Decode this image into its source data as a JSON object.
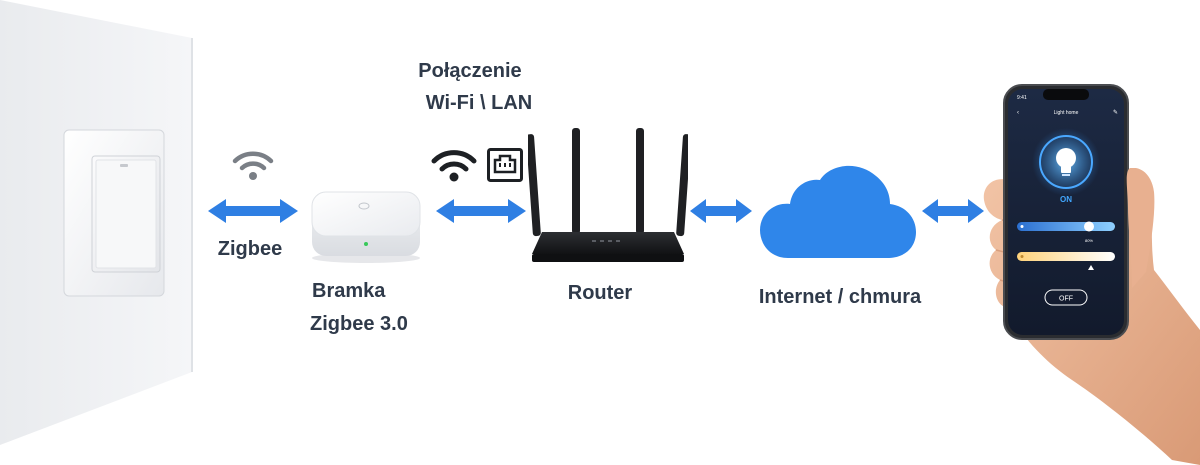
{
  "labels": {
    "zigbee": "Zigbee",
    "gateway_line1": "Bramka",
    "gateway_line2": "Zigbee 3.0",
    "connection_line1": "Połączenie",
    "connection_line2": "Wi-Fi \\ LAN",
    "router": "Router",
    "internet": "Internet / chmura"
  },
  "phone": {
    "time": "9:41",
    "screen_title": "Light home",
    "status": "ON",
    "brightness_value": "80%",
    "off_button": "OFF"
  },
  "icons": [
    "wifi-icon",
    "ethernet-port-icon",
    "double-arrow-icon",
    "cloud-icon",
    "bulb-icon"
  ],
  "colors": {
    "arrow": "#2f7fe3",
    "cloud": "#2f86ea",
    "label_text": "#2f3a4a",
    "wifi_gray": "#7a7f86",
    "router_body": "#1c1d20",
    "phone_screen": "#17233b",
    "phone_accent": "#41a7ff"
  }
}
